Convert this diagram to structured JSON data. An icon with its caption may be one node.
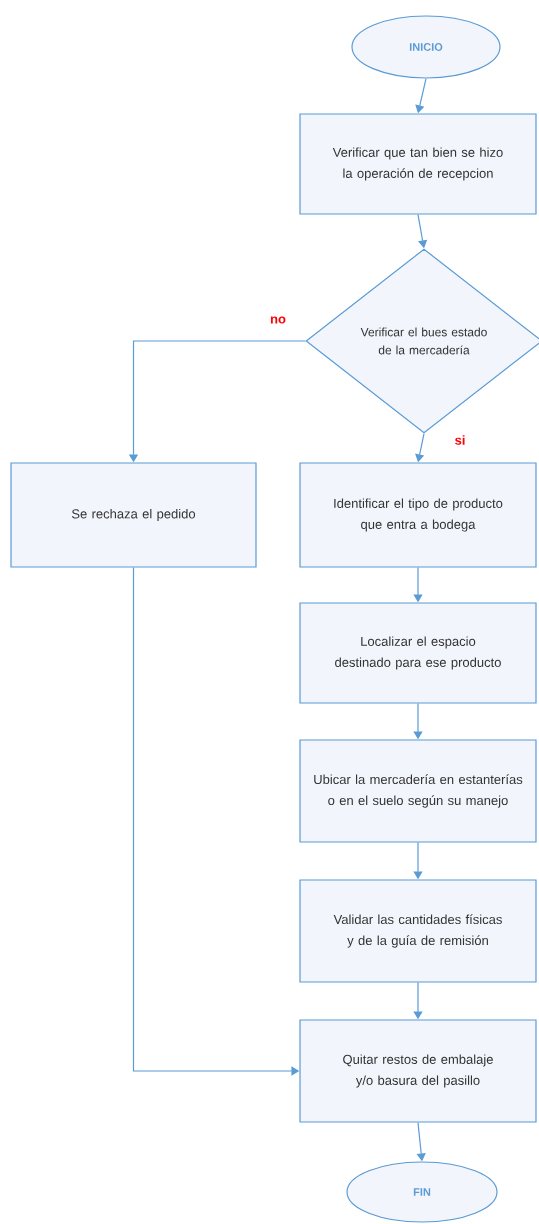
{
  "diagram": {
    "nodes": [
      {
        "text": [
          "INICIO"
        ]
      },
      {
        "text": [
          "Verificar que tan bien se hizo la operación de recepcion"
        ]
      },
      {
        "text": [
          "Verificar el bues estado de la mercadería"
        ]
      },
      {
        "text": [
          "Se rechaza el pedido"
        ]
      },
      {
        "text": [
          "Identificar el tipo de producto que entra a bodega"
        ]
      },
      {
        "text": [
          "Localizar el espacio destinado para ese producto"
        ]
      },
      {
        "text": [
          "Ubicar la mercadería en estanterías o en el suelo según su manejo"
        ]
      },
      {
        "text": [
          "Validar las cantidades físicas y de la guía de remisión"
        ]
      },
      {
        "text": [
          "Quitar restos de embalaje y/o basura del pasillo"
        ]
      },
      {
        "text": [
          "FIN"
        ]
      }
    ],
    "edges": [
      {
        "from": 0,
        "to": 1,
        "arrow": "to"
      },
      {
        "from": 1,
        "to": 2,
        "arrow": "to"
      },
      {
        "from": 2,
        "to": 3,
        "arrow": "to",
        "label": "no"
      },
      {
        "from": 2,
        "to": 4,
        "arrow": "to",
        "label": "si"
      },
      {
        "from": 4,
        "to": 5,
        "arrow": "to"
      },
      {
        "from": 5,
        "to": 6,
        "arrow": "to"
      },
      {
        "from": 6,
        "to": 7,
        "arrow": "to"
      },
      {
        "from": 7,
        "to": 8,
        "arrow": "to"
      },
      {
        "from": 3,
        "to": 8,
        "arrow": "to"
      },
      {
        "from": 8,
        "to": 9,
        "arrow": "to"
      }
    ]
  }
}
